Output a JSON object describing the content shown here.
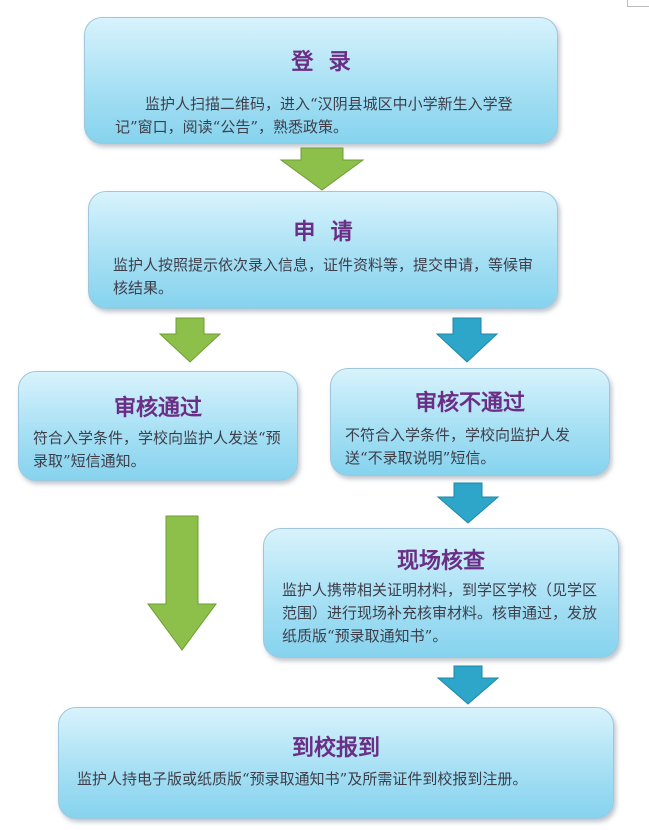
{
  "steps": {
    "login": {
      "title": "登  录",
      "desc": "监护人扫描二维码，进入“汉阴县城区中小学新生入学登记”窗口，阅读“公告”，熟悉政策。"
    },
    "apply": {
      "title": "申  请",
      "desc": "监护人按照提示依次录入信息，证件资料等，提交申请，等候审核结果。"
    },
    "pass": {
      "title": "审核通过",
      "desc": "符合入学条件，学校向监护人发送“预录取”短信通知。"
    },
    "fail": {
      "title": "审核不通过",
      "desc": "不符合入学条件，学校向监护人发送“不录取说明”短信。"
    },
    "check": {
      "title": "现场核查",
      "desc": "监护人携带相关证明材料，到学区学校（见学区范围）进行现场补充核审材料。核审通过，发放纸质版“预录取通知书”。"
    },
    "report": {
      "title": "到校报到",
      "desc": "监护人持电子版或纸质版“预录取通知书”及所需证件到校报到注册。"
    }
  },
  "colors": {
    "green_arrow": "#8cc04a",
    "blue_arrow": "#2ea6c9",
    "title": "#6b2e86",
    "box_fill": "#a7e0f4"
  }
}
